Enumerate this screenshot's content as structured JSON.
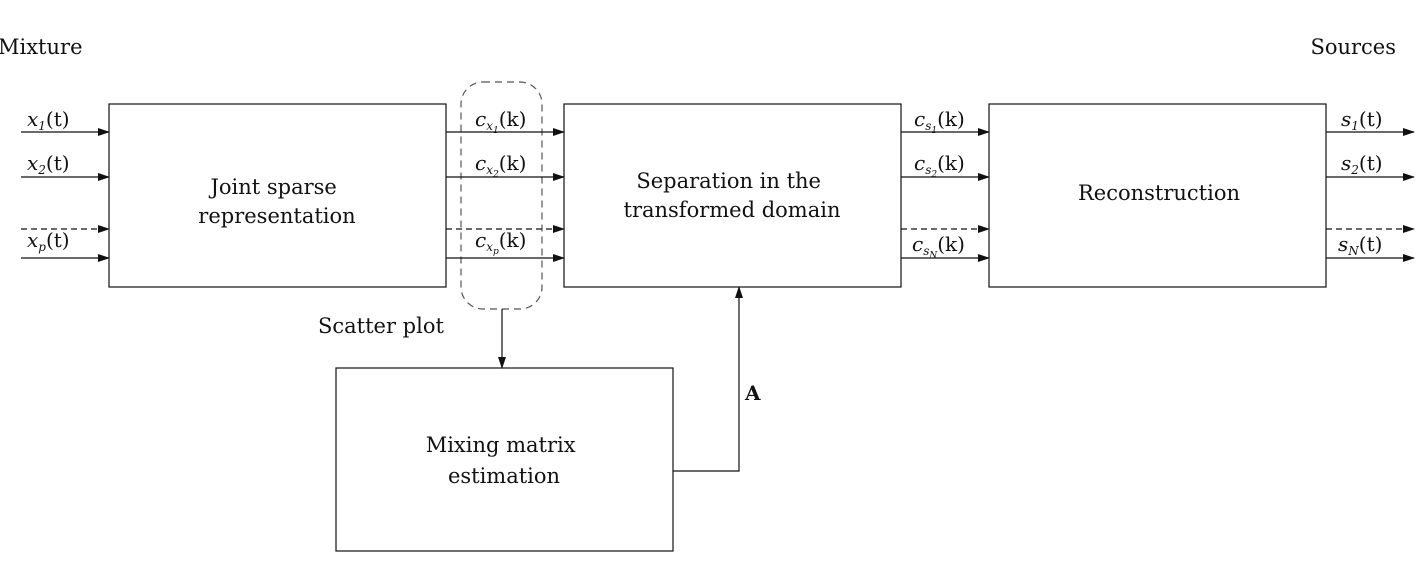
{
  "headers": {
    "mixture": "Mixture",
    "sources": "Sources"
  },
  "blocks": {
    "joint_sparse": [
      "Joint sparse",
      "representation"
    ],
    "separation": [
      "Separation in the",
      "transformed domain"
    ],
    "reconstruction": [
      "Reconstruction"
    ],
    "mixing_matrix": [
      "Mixing matrix",
      "estimation"
    ]
  },
  "scatter_label": "Scatter plot",
  "matrix_label": "A",
  "signals": {
    "inputs": [
      {
        "base": "x",
        "sub": "1",
        "arg": "(t)"
      },
      {
        "base": "x",
        "sub": "2",
        "arg": "(t)"
      },
      {
        "base": "x",
        "sub": "p",
        "arg": "(t)"
      }
    ],
    "coeffs_x": [
      {
        "base": "c",
        "sub": "x",
        "subsub": "1",
        "arg": "(k)"
      },
      {
        "base": "c",
        "sub": "x",
        "subsub": "2",
        "arg": "(k)"
      },
      {
        "base": "c",
        "sub": "x",
        "subsub": "p",
        "arg": "(k)"
      }
    ],
    "coeffs_s": [
      {
        "base": "c",
        "sub": "s",
        "subsub": "1",
        "arg": "(k)"
      },
      {
        "base": "c",
        "sub": "s",
        "subsub": "2",
        "arg": "(k)"
      },
      {
        "base": "c",
        "sub": "s",
        "subsub": "N",
        "arg": "(k)"
      }
    ],
    "outputs": [
      {
        "base": "s",
        "sub": "1",
        "arg": "(t)"
      },
      {
        "base": "s",
        "sub": "2",
        "arg": "(t)"
      },
      {
        "base": "s",
        "sub": "N",
        "arg": "(t)"
      }
    ]
  }
}
